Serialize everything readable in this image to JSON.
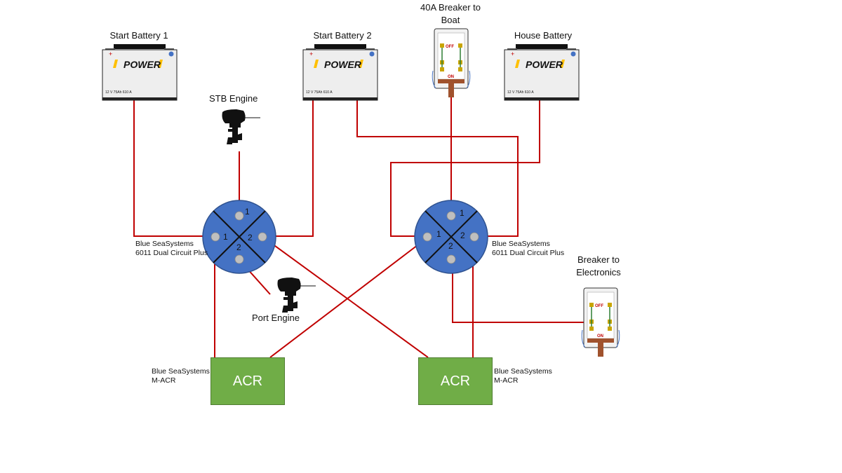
{
  "batteries": [
    {
      "id": "start1",
      "label": "Start Battery 1",
      "brand": "POWER",
      "spec": "12 V  75Ah  610 A"
    },
    {
      "id": "start2",
      "label": "Start Battery 2",
      "brand": "POWER",
      "spec": "12 V  75Ah  610 A"
    },
    {
      "id": "house",
      "label": "House Battery",
      "brand": "POWER",
      "spec": "12 V  75Ah  610 A"
    }
  ],
  "breakers": [
    {
      "id": "boat",
      "label_line1": "40A Breaker to",
      "label_line2": "Boat",
      "off": "OFF",
      "on": "ON"
    },
    {
      "id": "electronics",
      "label_line1": "Breaker to",
      "label_line2": "Electronics",
      "off": "OFF",
      "on": "ON"
    }
  ],
  "engines": [
    {
      "id": "stb",
      "label": "STB Engine"
    },
    {
      "id": "port",
      "label": "Port Engine"
    }
  ],
  "switches": [
    {
      "id": "sw_left",
      "label_line1": "Blue SeaSystems",
      "label_line2": "6011 Dual Circuit Plus",
      "terminals": [
        "1",
        "1",
        "2",
        "2"
      ]
    },
    {
      "id": "sw_right",
      "label_line1": "Blue SeaSystems",
      "label_line2": "6011 Dual Circuit Plus",
      "terminals": [
        "1",
        "1",
        "2",
        "2"
      ]
    }
  ],
  "acrs": [
    {
      "id": "acr_left",
      "text": "ACR",
      "label_line1": "Blue SeaSystems",
      "label_line2": "M-ACR"
    },
    {
      "id": "acr_right",
      "text": "ACR",
      "label_line1": "Blue SeaSystems",
      "label_line2": "M-ACR"
    }
  ],
  "colors": {
    "wire": "#c00000",
    "switch_face": "#4472c4",
    "terminal": "#bfbfbf",
    "acr_fill": "#70ad47",
    "battery_case": "#eeeeee"
  }
}
